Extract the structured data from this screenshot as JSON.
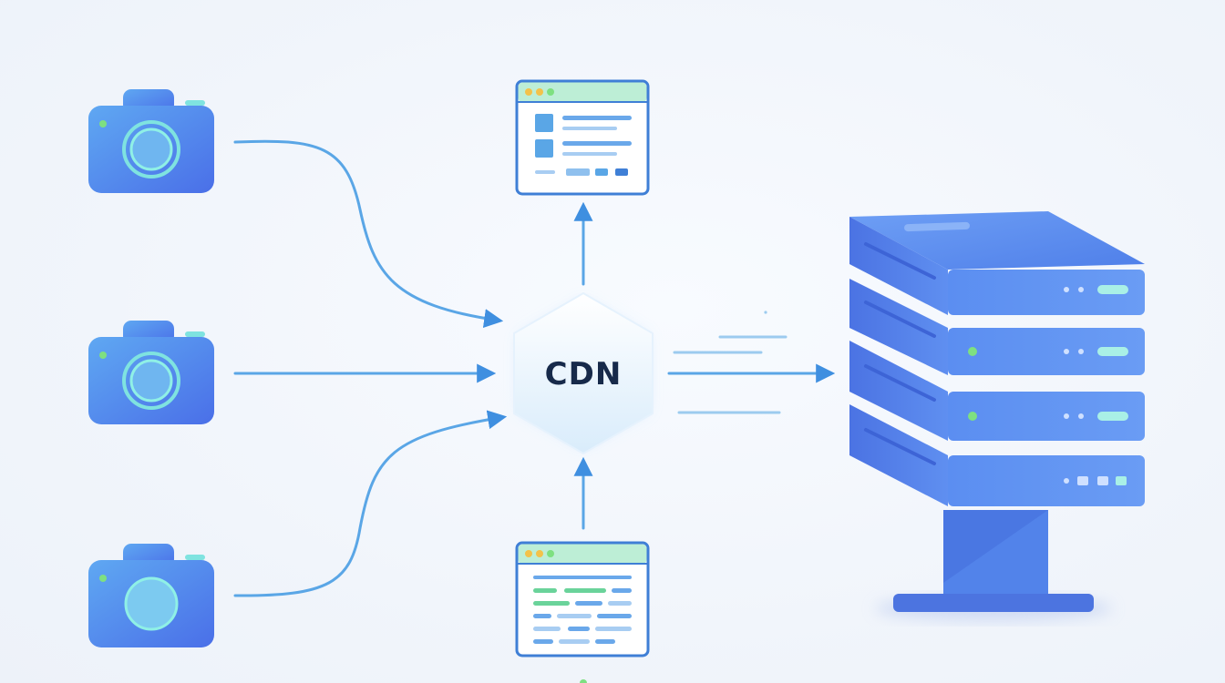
{
  "cdn": {
    "label": "CDN"
  },
  "colors": {
    "camera_blue": "#4a7df0",
    "camera_lens": "#7fe3e0",
    "flow_line": "#5aa6e6",
    "arrow_head": "#3f8fe0",
    "server_blue": "#4d79e8",
    "server_light": "#6f9cf2",
    "led_green": "#7ee081",
    "window_green": "#6ad39a",
    "cdn_text": "#172a4a"
  },
  "nodes": [
    {
      "id": "camera-top",
      "kind": "camera-icon"
    },
    {
      "id": "camera-middle",
      "kind": "camera-icon"
    },
    {
      "id": "camera-bottom",
      "kind": "camera-icon"
    },
    {
      "id": "browser-top",
      "kind": "browser-window-icon"
    },
    {
      "id": "browser-bottom",
      "kind": "browser-window-icon"
    },
    {
      "id": "cdn-hub",
      "kind": "hexagon-icon"
    },
    {
      "id": "origin-server",
      "kind": "server-rack-icon"
    }
  ],
  "edges": [
    {
      "from": "camera-top",
      "to": "cdn-hub"
    },
    {
      "from": "camera-middle",
      "to": "cdn-hub"
    },
    {
      "from": "camera-bottom",
      "to": "cdn-hub"
    },
    {
      "from": "cdn-hub",
      "to": "browser-top"
    },
    {
      "from": "browser-bottom",
      "to": "cdn-hub"
    },
    {
      "from": "cdn-hub",
      "to": "origin-server"
    }
  ]
}
